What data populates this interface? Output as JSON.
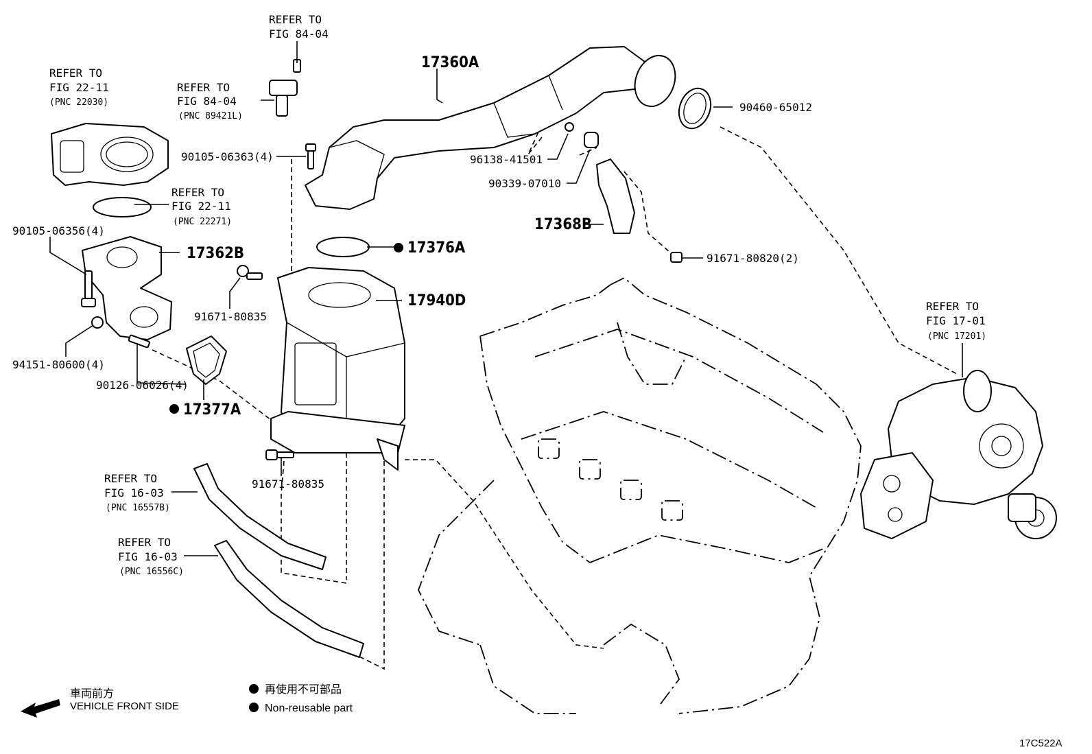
{
  "refer_labels": [
    {
      "l1": "REFER TO",
      "l2": "FIG 84-04",
      "pnc": ""
    },
    {
      "l1": "REFER TO",
      "l2": "FIG 22-11",
      "pnc": "(PNC 22030)"
    },
    {
      "l1": "REFER TO",
      "l2": "FIG 84-04",
      "pnc": "(PNC 89421L)"
    },
    {
      "l1": "REFER TO",
      "l2": "FIG 22-11",
      "pnc": "(PNC 22271)"
    },
    {
      "l1": "REFER TO",
      "l2": "FIG 17-01",
      "pnc": "(PNC 17201)"
    },
    {
      "l1": "REFER TO",
      "l2": "FIG 16-03",
      "pnc": "(PNC 16557B)"
    },
    {
      "l1": "REFER TO",
      "l2": "FIG 16-03",
      "pnc": "(PNC 16556C)"
    }
  ],
  "part_numbers": {
    "bolt_90105_06363": "90105-06363(4)",
    "bolt_90105_06356": "90105-06356(4)",
    "nut_94151": "94151-80600(4)",
    "stud_90126": "90126-06026(4)",
    "bolt_91671_upper": "91671-80835",
    "bolt_91671_lower": "91671-80835",
    "clip_96138": "96138-41501",
    "hose_90339": "90339-07010",
    "clamp_90460": "90460-65012",
    "bolt_91671_80820": "91671-80820(2)"
  },
  "pnc_labels": {
    "p17360A": "17360A",
    "p17362B": "17362B",
    "p17376A": "17376A",
    "p17940D": "17940D",
    "p17368B": "17368B",
    "p17377A": "17377A"
  },
  "legend": {
    "front_jp": "車両前方",
    "front_en": "VEHICLE FRONT SIDE",
    "nonreuse_jp": "再使用不可部品",
    "nonreuse_en": "Non-reusable part"
  },
  "figure_code": "17C522A"
}
